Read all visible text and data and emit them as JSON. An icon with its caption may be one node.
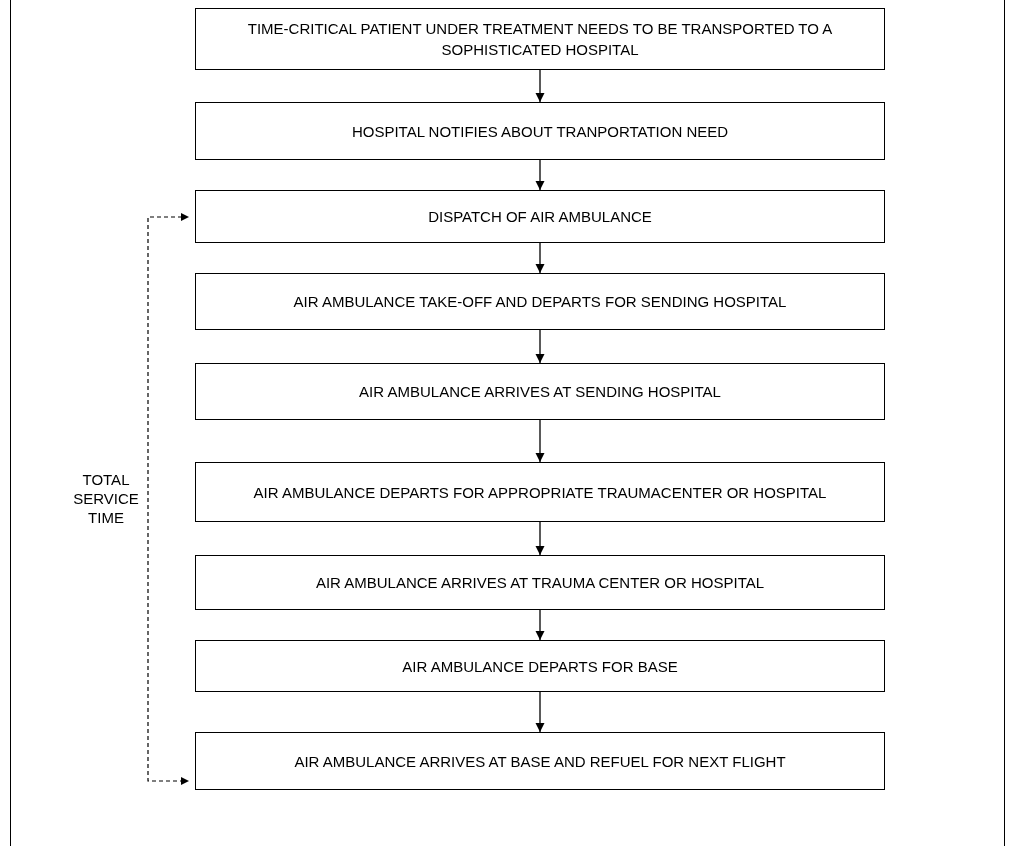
{
  "diagram": {
    "nodes": [
      {
        "text": [
          "TIME-CRITICAL PATIENT UNDER TREATMENT NEEDS TO BE TRANSPORTED TO A SOPHISTICATED HOSPITAL"
        ]
      },
      {
        "text": [
          "HOSPITAL NOTIFIES ABOUT TRANPORTATION NEED"
        ]
      },
      {
        "text": [
          "DISPATCH OF AIR AMBULANCE"
        ]
      },
      {
        "text": [
          "AIR AMBULANCE TAKE-OFF AND DEPARTS FOR SENDING HOSPITAL"
        ]
      },
      {
        "text": [
          "AIR AMBULANCE ARRIVES AT SENDING HOSPITAL"
        ]
      },
      {
        "text": [
          "AIR AMBULANCE DEPARTS FOR APPROPRIATE TRAUMACENTER OR HOSPITAL"
        ]
      },
      {
        "text": [
          "AIR AMBULANCE ARRIVES AT TRAUMA CENTER OR HOSPITAL"
        ]
      },
      {
        "text": [
          "AIR AMBULANCE DEPARTS FOR BASE"
        ]
      },
      {
        "text": [
          "AIR AMBULANCE ARRIVES AT BASE AND REFUEL FOR NEXT FLIGHT"
        ]
      }
    ],
    "edges": [
      {
        "from": 0,
        "to": 1,
        "arrow": "to"
      },
      {
        "from": 1,
        "to": 2,
        "arrow": "to"
      },
      {
        "from": 2,
        "to": 3,
        "arrow": "to"
      },
      {
        "from": 3,
        "to": 4,
        "arrow": "to"
      },
      {
        "from": 4,
        "to": 5,
        "arrow": "to"
      },
      {
        "from": 5,
        "to": 6,
        "arrow": "to"
      },
      {
        "from": 6,
        "to": 7,
        "arrow": "to"
      },
      {
        "from": 7,
        "to": 8,
        "arrow": "to"
      }
    ],
    "labels": [
      "TOTAL SERVICE TIME"
    ]
  }
}
